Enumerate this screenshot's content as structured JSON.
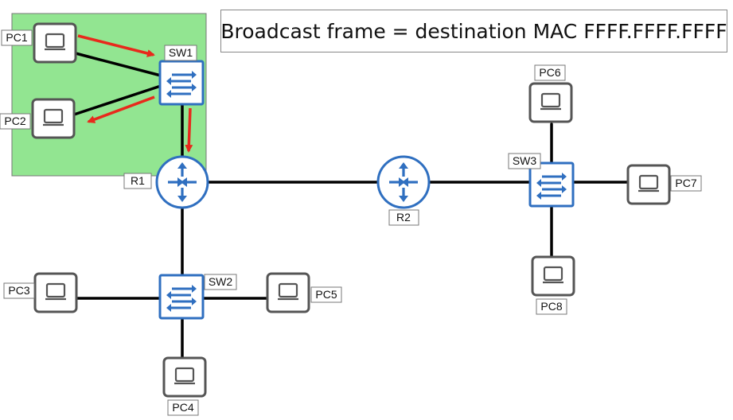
{
  "caption": "Broadcast frame = destination MAC FFFF.FFFF.FFFF",
  "colors": {
    "highlight_zone": "#92e591",
    "device_blue": "#2f6fc0",
    "arrow_red": "#e8291c",
    "pc_gray": "#555555",
    "link": "#000000"
  },
  "devices": {
    "pc1": "PC1",
    "pc2": "PC2",
    "pc3": "PC3",
    "pc4": "PC4",
    "pc5": "PC5",
    "pc6": "PC6",
    "pc7": "PC7",
    "pc8": "PC8",
    "sw1": "SW1",
    "sw2": "SW2",
    "sw3": "SW3",
    "r1": "R1",
    "r2": "R2"
  },
  "icons": {
    "pc": "pc-monitor-icon",
    "switch": "switch-arrows-icon",
    "router": "router-arrows-icon"
  }
}
